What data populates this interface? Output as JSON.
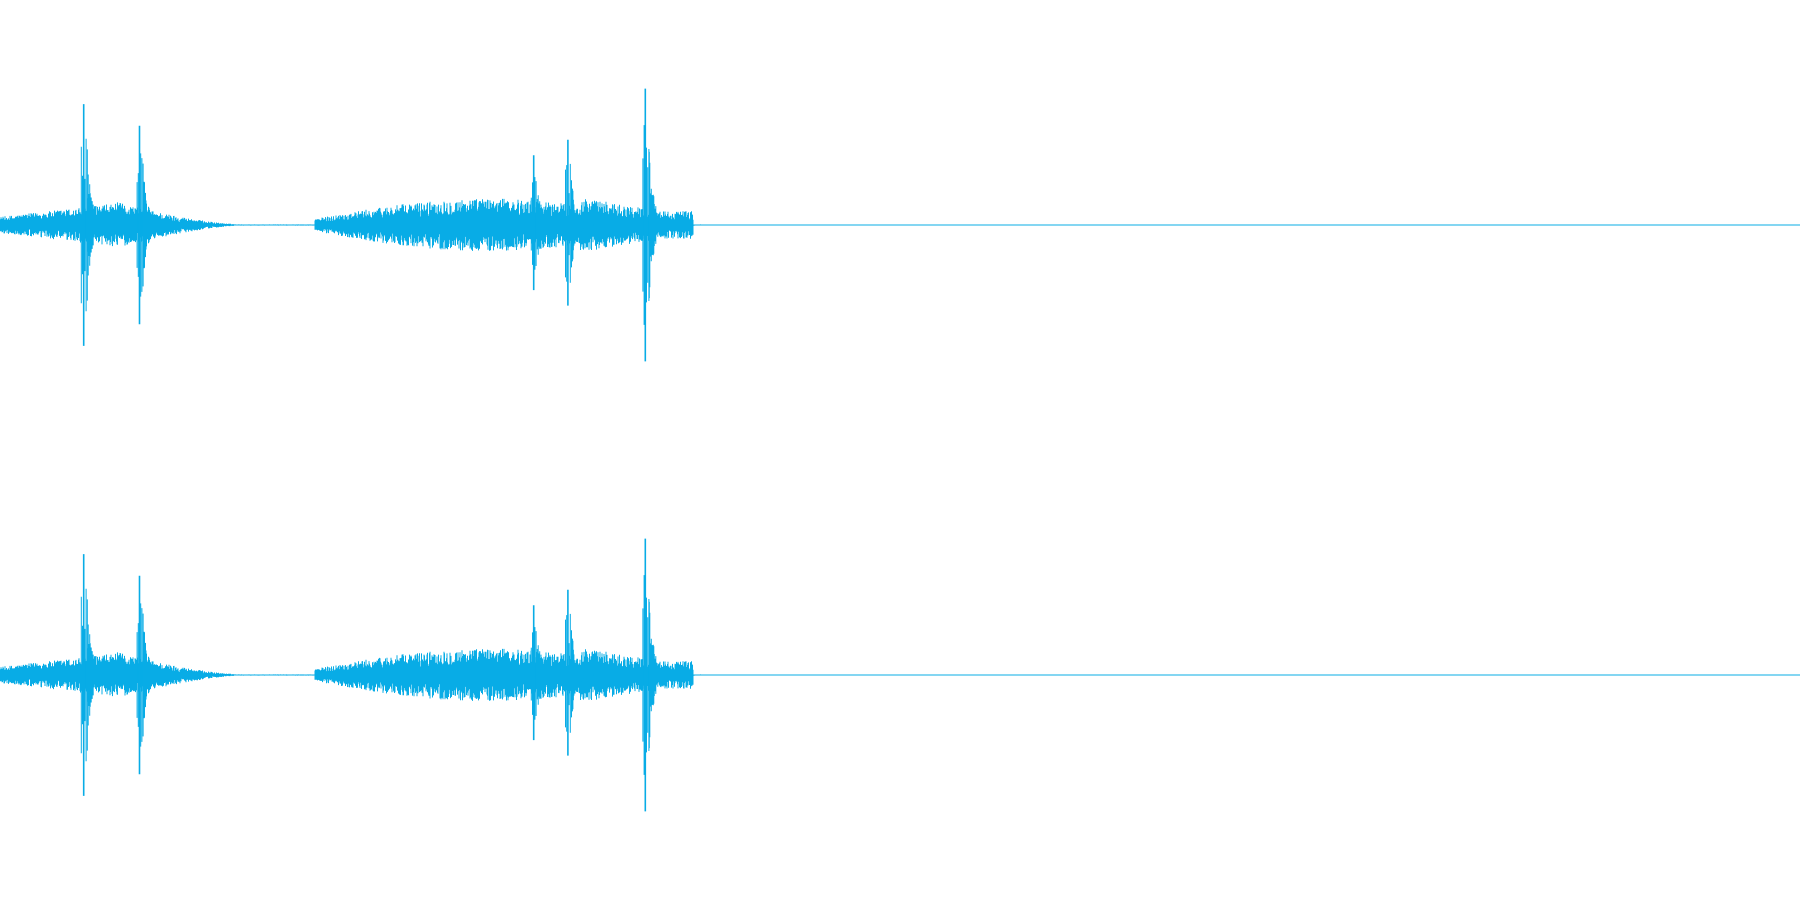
{
  "waveform": {
    "color": "#08ace6",
    "background": "#ffffff",
    "channels": [
      {
        "name": "channel-1"
      },
      {
        "name": "channel-2"
      }
    ],
    "events": [
      {
        "start": 0.0,
        "end": 0.13,
        "peak": 0.78,
        "kind": "burst"
      },
      {
        "start": 0.175,
        "end": 0.385,
        "peak": 0.62,
        "kind": "swell"
      },
      {
        "start": 0.355,
        "end": 0.388,
        "peak": 0.86,
        "kind": "transient"
      }
    ],
    "transients": [
      {
        "pos": 0.0465,
        "up": 0.78,
        "down": 0.78
      },
      {
        "pos": 0.0775,
        "up": 0.64,
        "down": 0.64
      },
      {
        "pos": 0.2965,
        "up": 0.45,
        "down": 0.42
      },
      {
        "pos": 0.3155,
        "up": 0.55,
        "down": 0.52
      },
      {
        "pos": 0.3585,
        "up": 0.88,
        "down": 0.88
      }
    ]
  }
}
